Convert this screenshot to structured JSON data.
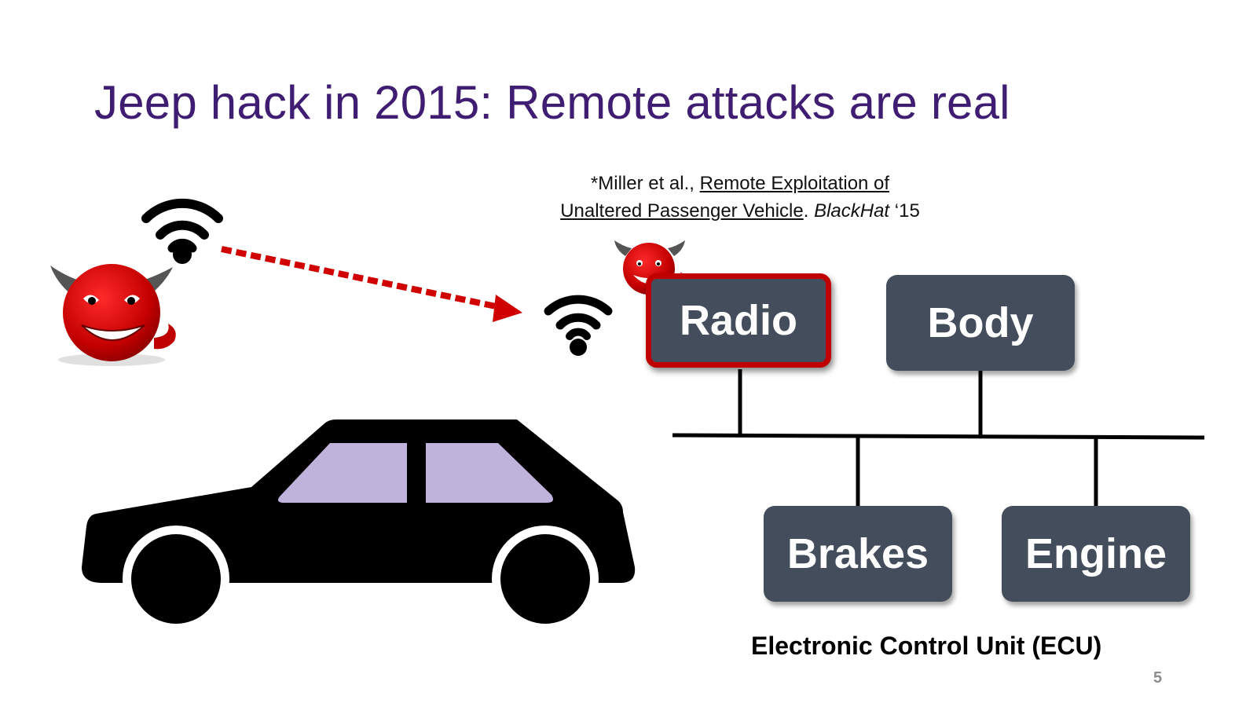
{
  "slide": {
    "title": "Jeep hack in 2015: Remote attacks are real",
    "citation": {
      "prefix": "*Miller et al., ",
      "paper_title_line1": "Remote Exploitation of",
      "paper_title_line2": "Unaltered Passenger Vehicle",
      "separator": ". ",
      "venue": "BlackHat",
      "year": " ‘15"
    },
    "ecu_boxes": {
      "radio": "Radio",
      "body": "Body",
      "brakes": "Brakes",
      "engine": "Engine"
    },
    "ecu_caption": "Electronic Control Unit (ECU)",
    "page_number": "5"
  },
  "colors": {
    "title": "#3f1d72",
    "ecu_box": "#434d5b",
    "compromised_border": "#c00000",
    "attack_arrow": "#d00000",
    "devil": "#c00000",
    "car": "#000000",
    "car_window": "#bfb3dc"
  },
  "icons": [
    "devil-icon",
    "wifi-icon",
    "car-icon",
    "attack-arrow-icon"
  ]
}
